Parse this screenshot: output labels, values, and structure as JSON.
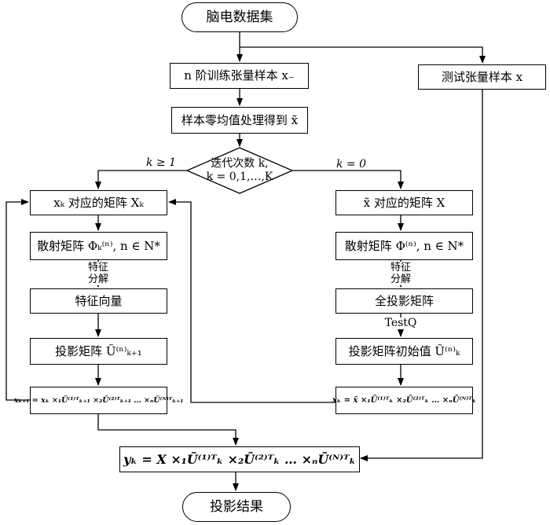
{
  "nodes": {
    "start": "脑电数据集",
    "train": "n 阶训练张量样本 x₋",
    "test": "测试张量样本 x",
    "zero_mean": "样本零均值处理得到 x̃",
    "decision_line1": "迭代次数 k,",
    "decision_line2": "k = 0,1,…,K",
    "left_matrix": "xₖ 对应的矩阵 Xₖ",
    "left_scatter": "散射矩阵 Φₖ⁽ⁿ⁾, n ∈ N*",
    "left_eigvec": "特征向量",
    "left_proj": "投影矩阵 Ũ⁽ⁿ⁾ₖ₊₁",
    "left_update": "xₖ₊₁ = xₖ ×₁Ũ⁽¹⁾ᵀₖ₊₁ ×₂Ũ⁽²⁾ᵀₖ₊₁ … ×ₙŨ⁽ᴺ⁾ᵀₖ₊₁",
    "right_matrix": "x̃ 对应的矩阵 X",
    "right_scatter": "散射矩阵 Φ⁽ⁿ⁾, n ∈ N*",
    "right_fullproj": "全投影矩阵",
    "right_init": "投影矩阵初始值 Ũ⁽ⁿ⁾ₖ",
    "right_update": "xₖ = x̃ ×₁Ũ⁽¹⁾ᵀₖ ×₂Ũ⁽²⁾ᵀₖ … ×ₙŨ⁽ᴺ⁾ᵀₖ",
    "final": "yₖ = X ×₁Ũ⁽¹⁾ᵀₖ ×₂Ũ⁽²⁾ᵀₖ … ×ₙŨ⁽ᴺ⁾ᵀₖ",
    "end": "投影结果"
  },
  "labels": {
    "left_branch": "k ≥ 1",
    "right_branch": "k = 0",
    "left_eig_line1": "特征",
    "left_eig_line2": "分解",
    "right_eig_line1": "特征",
    "right_eig_line2": "分解",
    "testq": "TestQ"
  }
}
